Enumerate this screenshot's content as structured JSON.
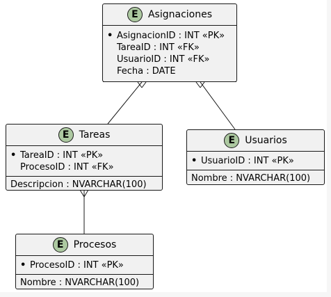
{
  "marker_letter": "E",
  "colors": {
    "badge": "#adc9a1",
    "box": "#f1f1f1",
    "line": "#181818"
  },
  "entities": {
    "asignaciones": {
      "title": "Asignaciones",
      "pk": "AsignacionID : INT «PK»",
      "fields": [
        "TareaID : INT «FK»",
        "UsuarioID : INT «FK»",
        "Fecha : DATE"
      ]
    },
    "tareas": {
      "title": "Tareas",
      "pk": "TareaID : INT «PK»",
      "fields": [
        "ProcesoID : INT «FK»"
      ],
      "attrs": [
        "Descripcion : NVARCHAR(100)"
      ]
    },
    "usuarios": {
      "title": "Usuarios",
      "pk": "UsuarioID : INT «PK»",
      "attrs": [
        "Nombre : NVARCHAR(100)"
      ]
    },
    "procesos": {
      "title": "Procesos",
      "pk": "ProcesoID : INT «PK»",
      "attrs": [
        "Nombre : NVARCHAR(100)"
      ]
    }
  }
}
